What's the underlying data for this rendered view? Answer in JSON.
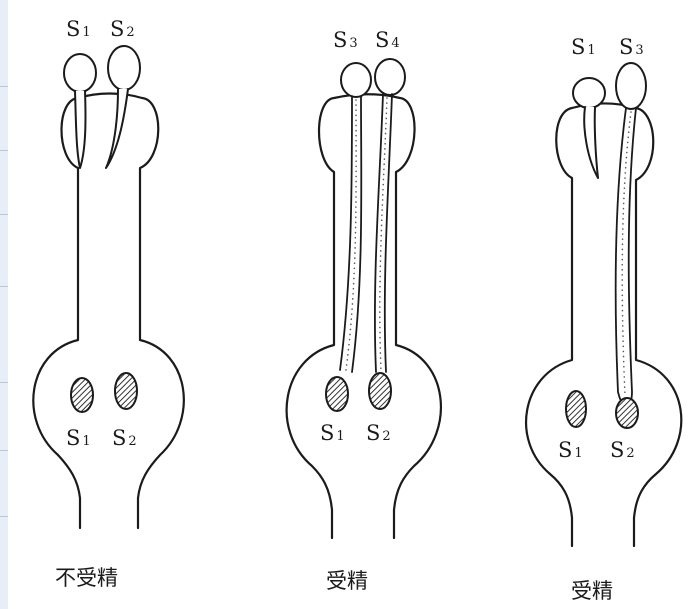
{
  "panels": [
    {
      "id": "panel-1",
      "pollen": [
        {
          "letter": "S",
          "sub": "1"
        },
        {
          "letter": "S",
          "sub": "2"
        }
      ],
      "ovules": [
        {
          "letter": "S",
          "sub": "1"
        },
        {
          "letter": "S",
          "sub": "2"
        }
      ],
      "caption": "不受精"
    },
    {
      "id": "panel-2",
      "pollen": [
        {
          "letter": "S",
          "sub": "3"
        },
        {
          "letter": "S",
          "sub": "4"
        }
      ],
      "ovules": [
        {
          "letter": "S",
          "sub": "1"
        },
        {
          "letter": "S",
          "sub": "2"
        }
      ],
      "caption": "受精"
    },
    {
      "id": "panel-3",
      "pollen": [
        {
          "letter": "S",
          "sub": "1"
        },
        {
          "letter": "S",
          "sub": "3"
        }
      ],
      "ovules": [
        {
          "letter": "S",
          "sub": "1"
        },
        {
          "letter": "S",
          "sub": "2"
        }
      ],
      "caption": "受精"
    }
  ],
  "colors": {
    "line": "#1b1b1b",
    "background": "#ffffff",
    "edge_strip": "#e8eef8"
  }
}
